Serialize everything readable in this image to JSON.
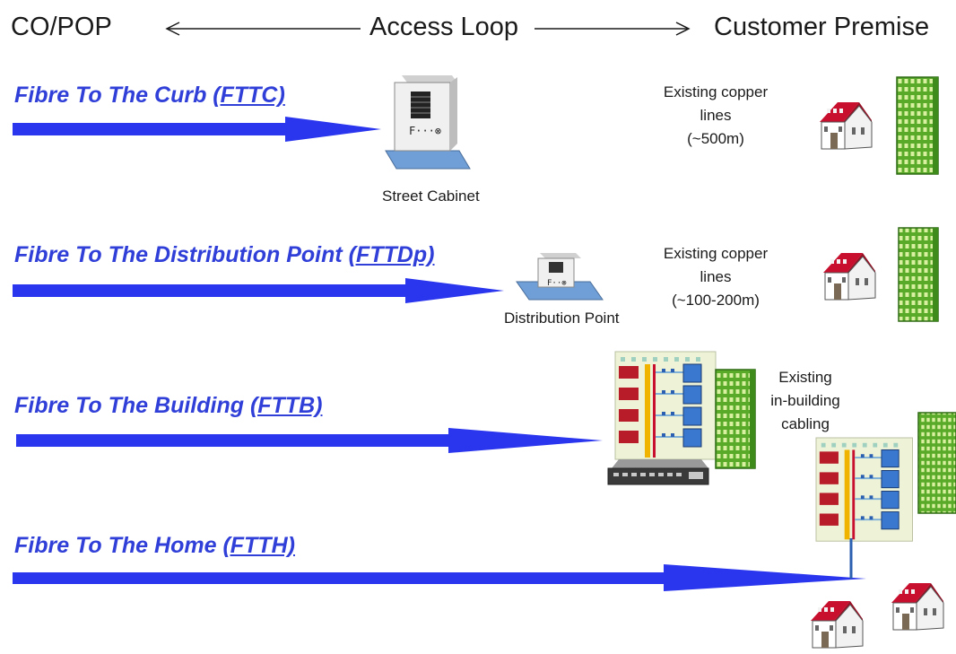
{
  "header": {
    "left": "CO/POP",
    "center": "Access Loop",
    "right": "Customer Premise"
  },
  "rows": [
    {
      "title": "Fibre To The  Curb",
      "abbr": "(FTTC)",
      "device_label": "Street Cabinet",
      "note": [
        "Existing copper",
        "lines",
        "(~500m)"
      ]
    },
    {
      "title": "Fibre To The Distribution Point",
      "abbr": "(FTTDp)",
      "device_label": "Distribution Point",
      "note": [
        "Existing copper",
        "lines",
        "(~100-200m)"
      ]
    },
    {
      "title": "Fibre To The Building",
      "abbr": "(FTTB)",
      "note": [
        "Existing",
        "in-building",
        "cabling"
      ]
    },
    {
      "title": "Fibre To The Home",
      "abbr": "(FTTH)"
    }
  ],
  "colors": {
    "arrow": "#2a35ee",
    "title": "#2f3fd8",
    "roof": "#c8102e",
    "tower": "#6fbf3a"
  },
  "icons": [
    "arrow-left-icon",
    "arrow-right-icon",
    "street-cabinet-icon",
    "distribution-point-icon",
    "house-icon",
    "tower-icon",
    "building-network-icon"
  ]
}
